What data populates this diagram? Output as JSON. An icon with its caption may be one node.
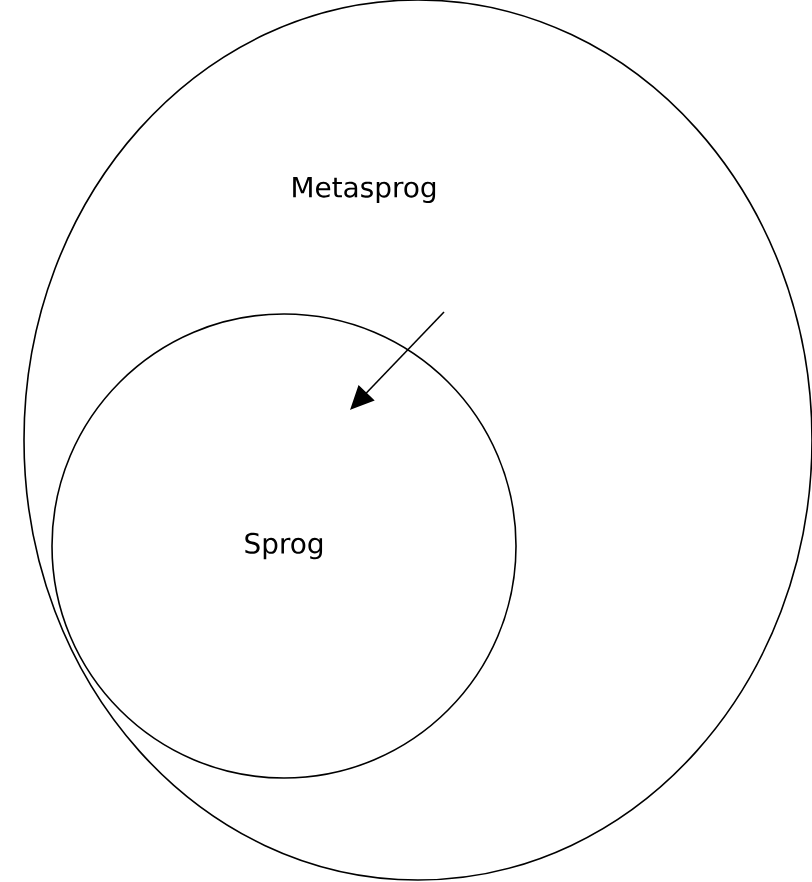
{
  "diagram": {
    "nodes": [
      {
        "text": [
          "Metasprog"
        ]
      },
      {
        "text": [
          "Sprog"
        ],
        "in": 0
      }
    ],
    "edges": [
      {
        "from": null,
        "to": 1,
        "arrow": "to"
      }
    ]
  }
}
